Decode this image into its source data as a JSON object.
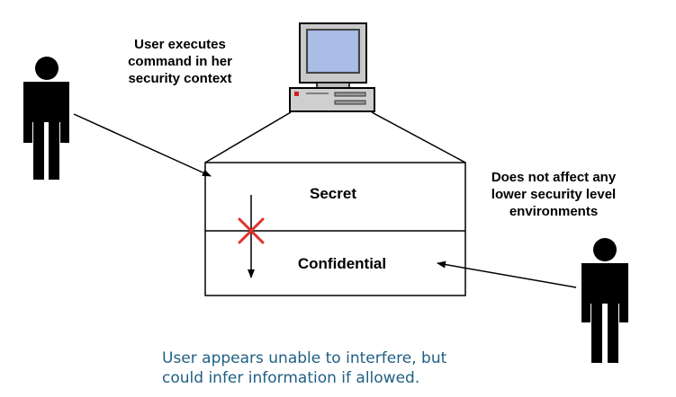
{
  "labels": {
    "user_executes": [
      "User executes",
      "command in her",
      "security context"
    ],
    "no_effect": [
      "Does not affect any",
      "lower security level",
      "environments"
    ]
  },
  "layers": {
    "upper": "Secret",
    "lower": "Confidential"
  },
  "caption": [
    "User appears unable to interfere, but",
    "could infer information if allowed."
  ],
  "colors": {
    "caption": "#1f5f84",
    "block_mark": "#e0322b",
    "monitor_screen": "#9fb4e0"
  },
  "icons": [
    "person-icon",
    "computer-icon",
    "blocked-x-icon"
  ]
}
